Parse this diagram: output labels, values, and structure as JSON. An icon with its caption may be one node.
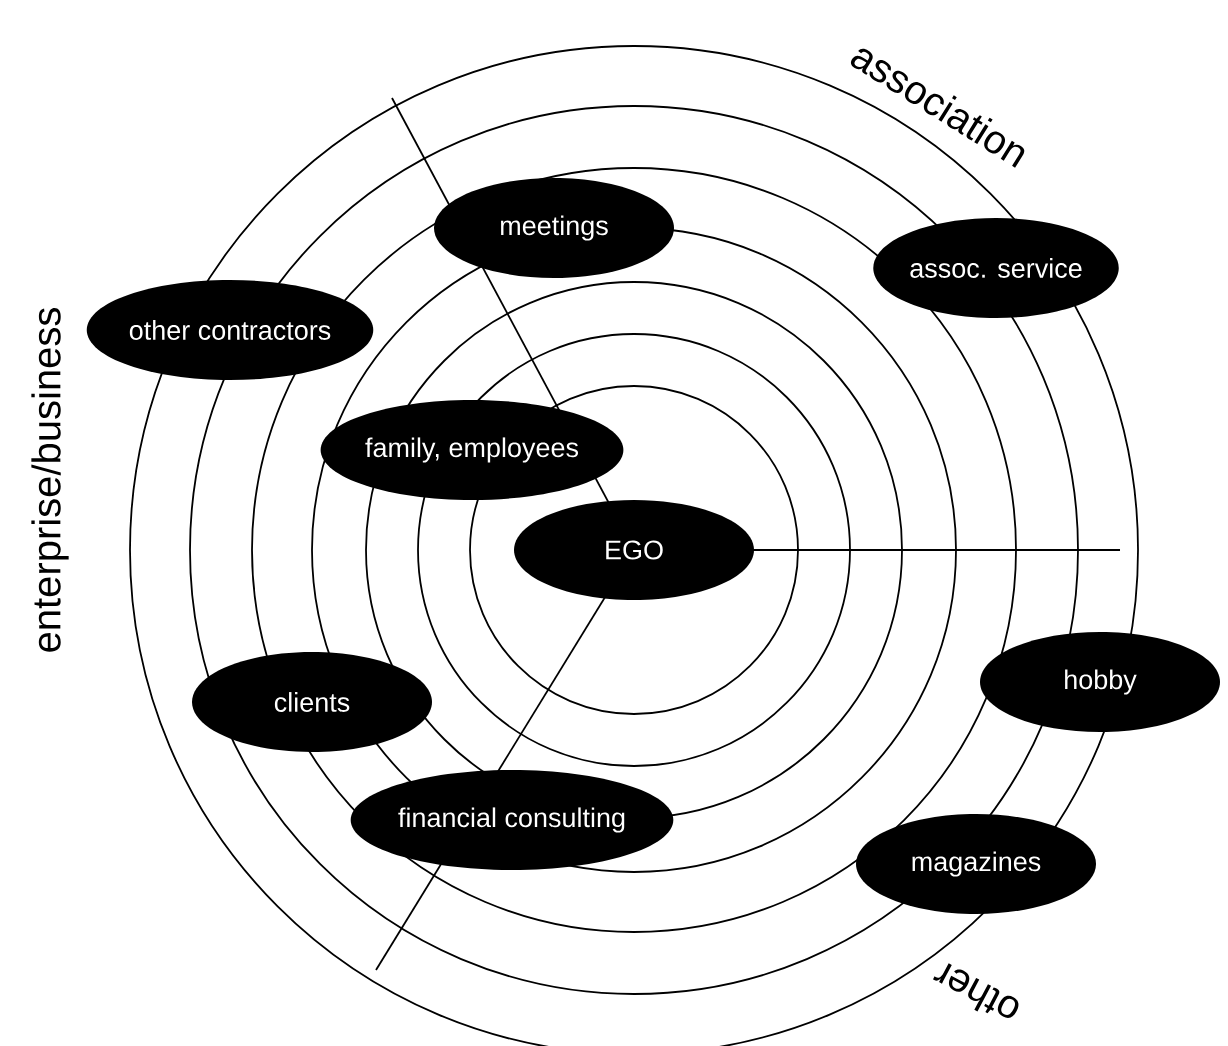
{
  "diagram": {
    "nodes": [
      {
        "text": [
          "meetings"
        ]
      },
      {
        "text": [
          "assoc. service"
        ]
      },
      {
        "text": [
          "other contractors"
        ]
      },
      {
        "text": [
          "family, employees"
        ]
      },
      {
        "text": [
          "EGO"
        ]
      },
      {
        "text": [
          "clients"
        ]
      },
      {
        "text": [
          "hobby"
        ]
      },
      {
        "text": [
          "financial consulting"
        ]
      },
      {
        "text": [
          "magazines"
        ]
      }
    ],
    "labels": [
      "association",
      "enterprise/business",
      "other"
    ]
  }
}
